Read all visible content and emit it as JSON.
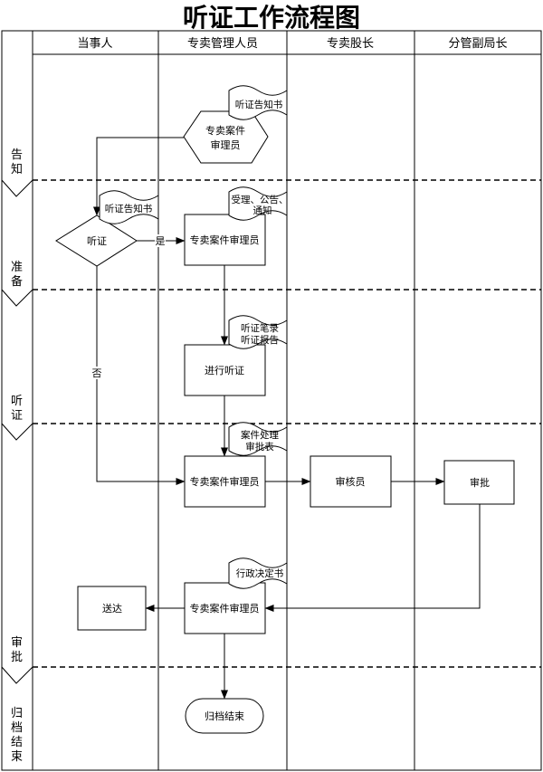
{
  "title": "听证工作流程图",
  "lanes": [
    "当事人",
    "专卖管理人员",
    "专卖股长",
    "分管副局长"
  ],
  "phases": [
    "告知",
    "准备",
    "听证",
    "审批",
    "归档结束"
  ],
  "nodes": {
    "notice_doc_1": "听证告知书",
    "hexagon": [
      "专卖案件",
      "审理员"
    ],
    "notice_doc_2": "听证告知书",
    "decision": "听证",
    "yes_label": "是",
    "no_label": "否",
    "accept_doc": [
      "受理、公告、",
      "通知"
    ],
    "reviewer_1": "专卖案件审理员",
    "record_doc": [
      "听证笔录",
      "听证报告"
    ],
    "hearing": "进行听证",
    "approval_doc": [
      "案件处理",
      "审批表"
    ],
    "reviewer_2": "专卖案件审理员",
    "auditor": "审核员",
    "approve": "审批",
    "decision_doc": "行政决定书",
    "reviewer_3": "专卖案件审理员",
    "deliver": "送达",
    "archive": "归档结束"
  }
}
